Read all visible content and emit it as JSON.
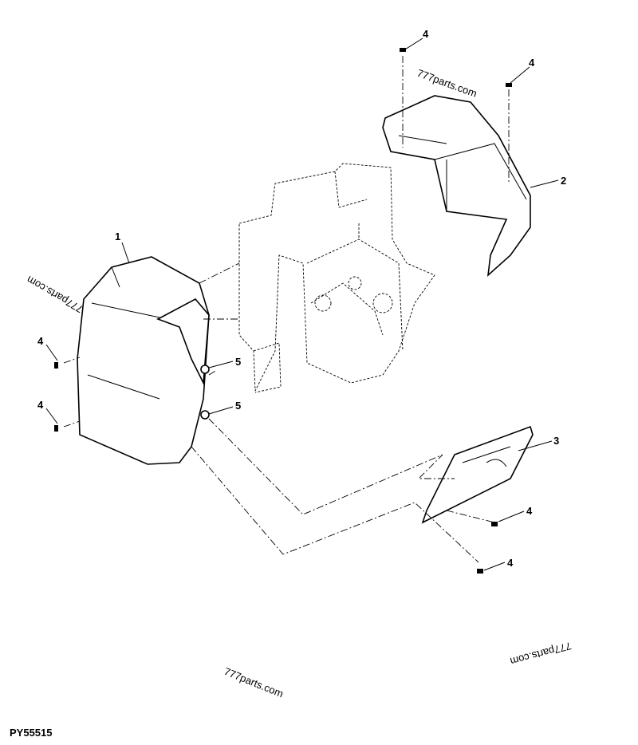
{
  "diagram": {
    "figure_id": "PY55515",
    "watermark": "777parts.com",
    "callouts": {
      "c1": "1",
      "c2": "2",
      "c3": "3",
      "c4a": "4",
      "c4b": "4",
      "c4c": "4",
      "c4d": "4",
      "c4e": "4",
      "c4f": "4",
      "c5a": "5",
      "c5b": "5"
    }
  }
}
